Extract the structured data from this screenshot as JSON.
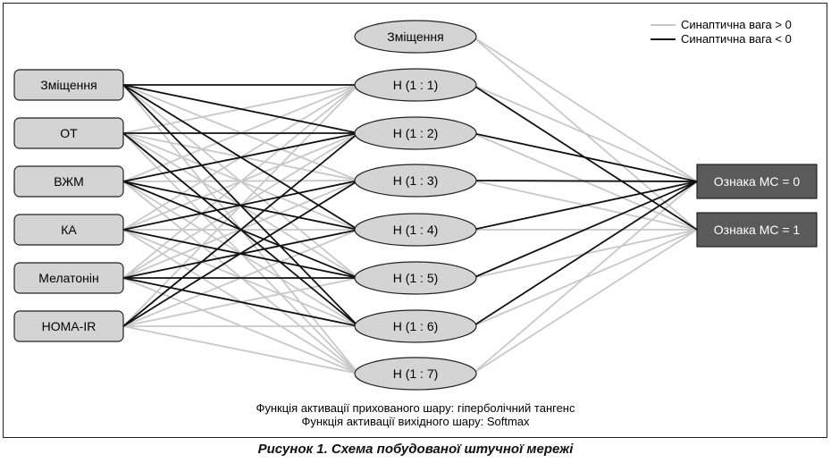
{
  "legend": {
    "positive_label": "Синаптична вага > 0",
    "negative_label": "Синаптична вага < 0",
    "positive_color": "#c8c8c8",
    "negative_color": "#111111"
  },
  "input_nodes": [
    {
      "id": "in-bias",
      "label": "Зміщення"
    },
    {
      "id": "in-ot",
      "label": "ОТ"
    },
    {
      "id": "in-vzhm",
      "label": "ВЖМ"
    },
    {
      "id": "in-ka",
      "label": "КА"
    },
    {
      "id": "in-melatonin",
      "label": "Мелатонін"
    },
    {
      "id": "in-homa",
      "label": "HOMA-IR"
    }
  ],
  "hidden_bias": {
    "id": "h-bias",
    "label": "Зміщення"
  },
  "hidden_nodes": [
    {
      "id": "h1",
      "label": "H (1 : 1)"
    },
    {
      "id": "h2",
      "label": "H (1 : 2)"
    },
    {
      "id": "h3",
      "label": "H (1 : 3)"
    },
    {
      "id": "h4",
      "label": "H (1 : 4)"
    },
    {
      "id": "h5",
      "label": "H (1 : 5)"
    },
    {
      "id": "h6",
      "label": "H (1 : 6)"
    },
    {
      "id": "h7",
      "label": "H (1 : 7)"
    }
  ],
  "output_nodes": [
    {
      "id": "out0",
      "label": "Ознака МС = 0"
    },
    {
      "id": "out1",
      "label": "Ознака МС = 1"
    }
  ],
  "connections_input_hidden": [
    {
      "from": 0,
      "to": 0,
      "sign": "neg"
    },
    {
      "from": 0,
      "to": 1,
      "sign": "neg"
    },
    {
      "from": 0,
      "to": 2,
      "sign": "pos"
    },
    {
      "from": 0,
      "to": 3,
      "sign": "neg"
    },
    {
      "from": 0,
      "to": 4,
      "sign": "pos"
    },
    {
      "from": 0,
      "to": 5,
      "sign": "neg"
    },
    {
      "from": 0,
      "to": 6,
      "sign": "pos"
    },
    {
      "from": 1,
      "to": 0,
      "sign": "pos"
    },
    {
      "from": 1,
      "to": 1,
      "sign": "neg"
    },
    {
      "from": 1,
      "to": 2,
      "sign": "pos"
    },
    {
      "from": 1,
      "to": 3,
      "sign": "pos"
    },
    {
      "from": 1,
      "to": 4,
      "sign": "pos"
    },
    {
      "from": 1,
      "to": 5,
      "sign": "neg"
    },
    {
      "from": 1,
      "to": 6,
      "sign": "pos"
    },
    {
      "from": 2,
      "to": 0,
      "sign": "pos"
    },
    {
      "from": 2,
      "to": 1,
      "sign": "neg"
    },
    {
      "from": 2,
      "to": 2,
      "sign": "pos"
    },
    {
      "from": 2,
      "to": 3,
      "sign": "neg"
    },
    {
      "from": 2,
      "to": 4,
      "sign": "neg"
    },
    {
      "from": 2,
      "to": 5,
      "sign": "pos"
    },
    {
      "from": 2,
      "to": 6,
      "sign": "pos"
    },
    {
      "from": 3,
      "to": 0,
      "sign": "pos"
    },
    {
      "from": 3,
      "to": 1,
      "sign": "pos"
    },
    {
      "from": 3,
      "to": 2,
      "sign": "neg"
    },
    {
      "from": 3,
      "to": 3,
      "sign": "pos"
    },
    {
      "from": 3,
      "to": 4,
      "sign": "neg"
    },
    {
      "from": 3,
      "to": 5,
      "sign": "pos"
    },
    {
      "from": 3,
      "to": 6,
      "sign": "pos"
    },
    {
      "from": 4,
      "to": 0,
      "sign": "pos"
    },
    {
      "from": 4,
      "to": 1,
      "sign": "pos"
    },
    {
      "from": 4,
      "to": 2,
      "sign": "pos"
    },
    {
      "from": 4,
      "to": 3,
      "sign": "neg"
    },
    {
      "from": 4,
      "to": 4,
      "sign": "neg"
    },
    {
      "from": 4,
      "to": 5,
      "sign": "neg"
    },
    {
      "from": 4,
      "to": 6,
      "sign": "pos"
    },
    {
      "from": 5,
      "to": 0,
      "sign": "pos"
    },
    {
      "from": 5,
      "to": 1,
      "sign": "neg"
    },
    {
      "from": 5,
      "to": 2,
      "sign": "neg"
    },
    {
      "from": 5,
      "to": 3,
      "sign": "pos"
    },
    {
      "from": 5,
      "to": 4,
      "sign": "pos"
    },
    {
      "from": 5,
      "to": 5,
      "sign": "pos"
    },
    {
      "from": 5,
      "to": 6,
      "sign": "pos"
    }
  ],
  "connections_hidden_output": [
    {
      "from": "bias",
      "to": 0,
      "sign": "pos"
    },
    {
      "from": "bias",
      "to": 1,
      "sign": "pos"
    },
    {
      "from": 0,
      "to": 0,
      "sign": "pos"
    },
    {
      "from": 0,
      "to": 1,
      "sign": "neg"
    },
    {
      "from": 1,
      "to": 0,
      "sign": "neg"
    },
    {
      "from": 1,
      "to": 1,
      "sign": "pos"
    },
    {
      "from": 2,
      "to": 0,
      "sign": "neg"
    },
    {
      "from": 2,
      "to": 1,
      "sign": "pos"
    },
    {
      "from": 3,
      "to": 0,
      "sign": "neg"
    },
    {
      "from": 3,
      "to": 1,
      "sign": "pos"
    },
    {
      "from": 4,
      "to": 0,
      "sign": "neg"
    },
    {
      "from": 4,
      "to": 1,
      "sign": "pos"
    },
    {
      "from": 5,
      "to": 0,
      "sign": "neg"
    },
    {
      "from": 5,
      "to": 1,
      "sign": "pos"
    },
    {
      "from": 6,
      "to": 0,
      "sign": "pos"
    },
    {
      "from": 6,
      "to": 1,
      "sign": "pos"
    }
  ],
  "notes": {
    "hidden_activation": "Функція активації прихованого шару: гіперболічний тангенс",
    "output_activation": "Функція активації вихідного шару: Softmax"
  },
  "caption": "Рисунок 1. Схема побудованої штучної мережі"
}
